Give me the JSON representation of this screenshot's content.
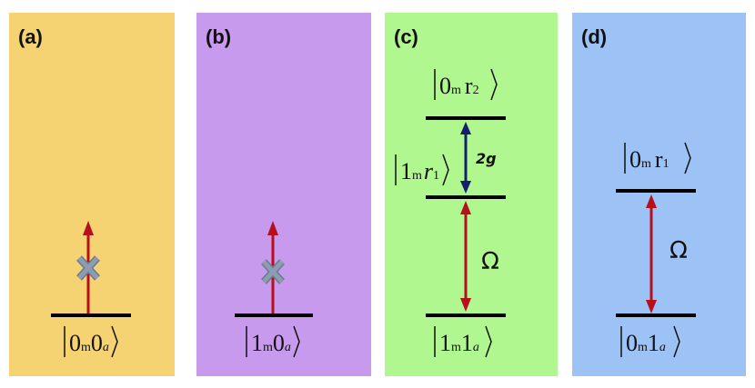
{
  "colors": {
    "panel_a": "#F5D372",
    "panel_b": "#C89AEE",
    "panel_c": "#B0F78F",
    "panel_d": "#9DC2F6",
    "arrow_red": "#B5101B",
    "arrow_blue": "#14206A",
    "cross_gray": "#7F8FA6",
    "level_black": "#000000"
  },
  "panels": [
    {
      "label": "(a)",
      "levels": [
        {
          "ket": {
            "n1": "0",
            "s1": "m",
            "n2": "0",
            "s2": "a"
          }
        }
      ],
      "blocked_arrow": true
    },
    {
      "label": "(b)",
      "levels": [
        {
          "ket": {
            "n1": "1",
            "s1": "m",
            "n2": "0",
            "s2": "a"
          }
        }
      ],
      "blocked_arrow": true
    },
    {
      "label": "(c)",
      "levels": [
        {
          "ket": {
            "n1": "0",
            "s1": "m",
            "n2": "r",
            "s2": "2"
          }
        },
        {
          "ket": {
            "n1": "1",
            "s1": "m",
            "n2": "r",
            "s2": "1"
          }
        },
        {
          "ket": {
            "n1": "1",
            "s1": "m",
            "n2": "1",
            "s2": "a"
          }
        }
      ],
      "coupling_top": "2g",
      "coupling_bottom": "Ω"
    },
    {
      "label": "(d)",
      "levels": [
        {
          "ket": {
            "n1": "0",
            "s1": "m",
            "n2": "r",
            "s2": "1"
          }
        },
        {
          "ket": {
            "n1": "0",
            "s1": "m",
            "n2": "1",
            "s2": "a"
          }
        }
      ],
      "coupling_bottom": "Ω"
    }
  ]
}
